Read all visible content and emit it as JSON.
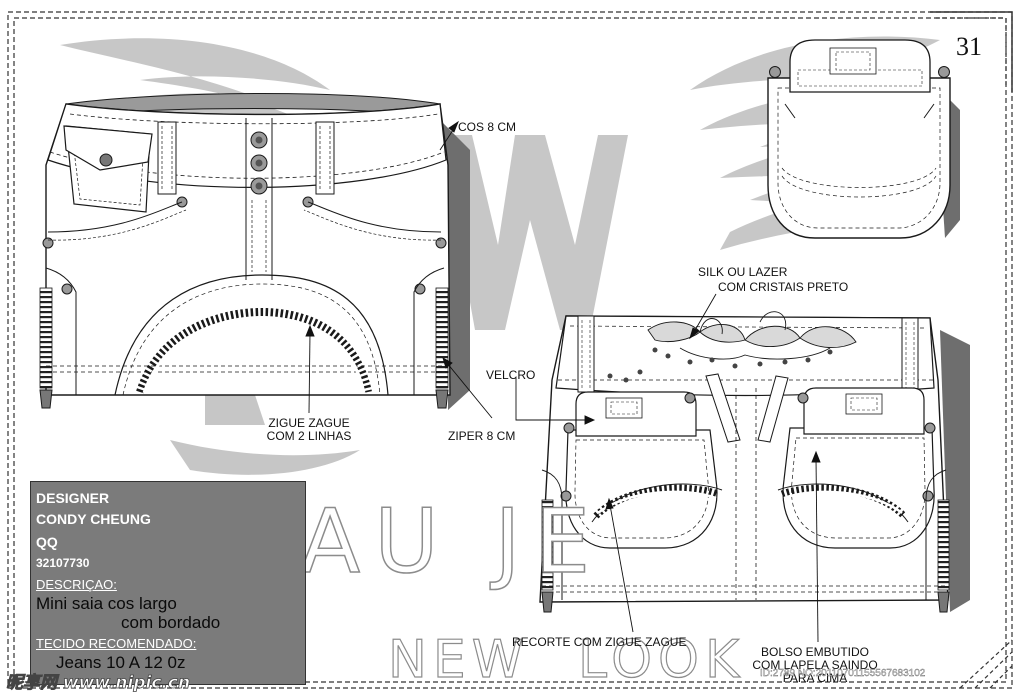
{
  "page_number": "31",
  "brand_watermark": {
    "line1": "AU JE",
    "line2a": "NEW",
    "line2b": "LOOK"
  },
  "annotations": {
    "cos": "COS 8 CM",
    "zigue_line1": "ZIGUE ZAGUE",
    "zigue_line2": "COM 2 LINHAS",
    "ziper": "ZIPER 8 CM",
    "silk_line1": "SILK OU LAZER",
    "silk_line2": "COM CRISTAIS PRETO",
    "velcro": "VELCRO",
    "recorte": "RECORTE COM ZIGUE ZAGUE",
    "bolso_line1": "BOLSO EMBUTIDO",
    "bolso_line2": "COM LAPELA SAINDO",
    "bolso_line3": "PARA CIMA"
  },
  "info_box": {
    "designer_label": "DESIGNER",
    "designer_name": "CONDY CHEUNG",
    "qq_label": "QQ",
    "qq_number": "32107730",
    "descricao_label": "DESCRIÇAO:",
    "descricao_line1": "Mini saia cos largo",
    "descricao_line2": "com bordado",
    "tecido_label": "TECIDO RECOMENDADO:",
    "tecido_value": "Jeans 10 A 12 0z"
  },
  "site_watermark": {
    "text": "昵享网 www.nipic.cn",
    "id_text": "ID:2789 NO:20110701155567683102"
  },
  "colors": {
    "shadow": "#6e6e6e",
    "watermark_gray": "#b9b9b9",
    "info_box_bg": "#7b7b7b",
    "line": "#1a1a1a"
  }
}
